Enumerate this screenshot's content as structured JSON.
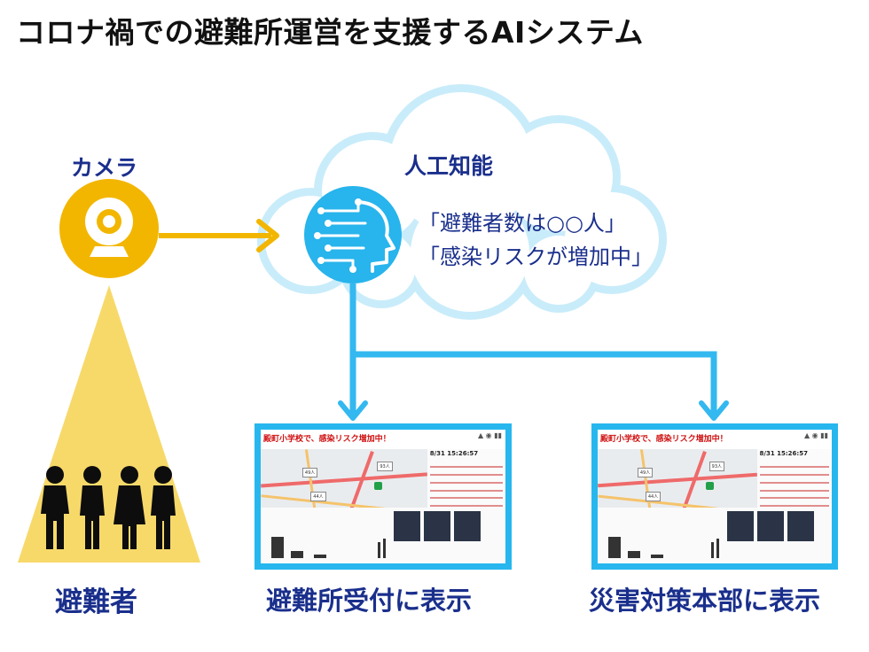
{
  "title": "コロナ禍での避難所運営を支援するAIシステム",
  "camera": {
    "label": "カメラ",
    "icon": "webcam-icon"
  },
  "ai": {
    "label": "人工知能",
    "icon": "ai-head-icon",
    "messages": [
      "「避難者数は○○人」",
      "「感染リスクが増加中」"
    ]
  },
  "evacuees": {
    "label": "避難者",
    "icon": "people-group-icon"
  },
  "displays": [
    {
      "label": "避難所受付に表示",
      "screen_title": "殿町小学校で、感染リスク増加中！",
      "screen_time": "8/31 15:26:57"
    },
    {
      "label": "災害対策本部に表示",
      "screen_title": "殿町小学校で、感染リスク増加中！",
      "screen_time": "8/31 15:26:57"
    }
  ],
  "colors": {
    "title": "#111111",
    "label": "#1a2f8c",
    "camera_circle": "#f2b600",
    "camera_arrow": "#f2b600",
    "cone": "#f7d96a",
    "cloud_fill": "#ffffff",
    "cloud_stroke": "#c9ecfa",
    "ai_circle": "#28b4ec",
    "connector": "#33b8f0",
    "alert_text": "#d01010"
  }
}
